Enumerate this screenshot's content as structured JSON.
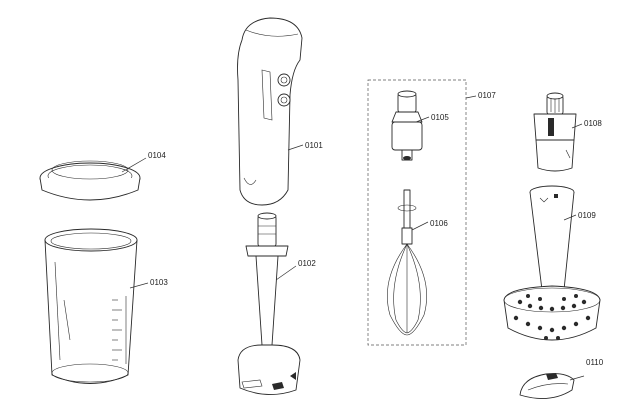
{
  "parts": [
    {
      "id": "0101",
      "label": "0101"
    },
    {
      "id": "0102",
      "label": "0102"
    },
    {
      "id": "0103",
      "label": "0103"
    },
    {
      "id": "0104",
      "label": "0104"
    },
    {
      "id": "0105",
      "label": "0105"
    },
    {
      "id": "0106",
      "label": "0106"
    },
    {
      "id": "0107",
      "label": "0107"
    },
    {
      "id": "0108",
      "label": "0108"
    },
    {
      "id": "0109",
      "label": "0109"
    },
    {
      "id": "0110",
      "label": "0110"
    }
  ],
  "colors": {
    "line": "#2a2a2a",
    "background": "#ffffff"
  }
}
